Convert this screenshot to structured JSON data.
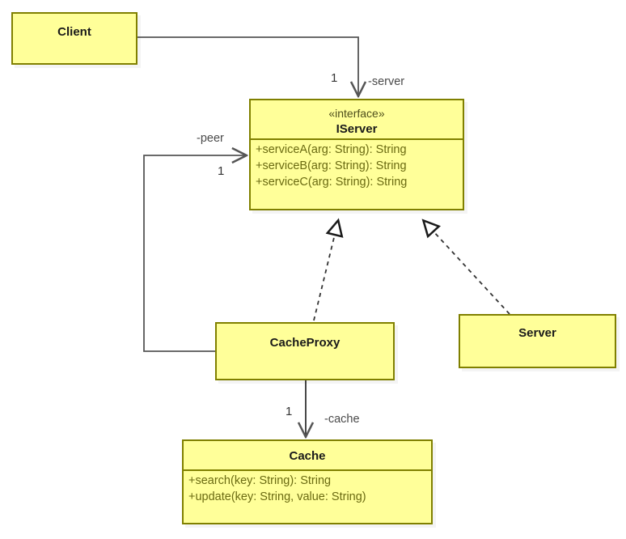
{
  "diagram": {
    "type": "uml-class-diagram",
    "background": "#ffffff",
    "node_fill": "#ffff99",
    "node_border": "#808000",
    "line_color": "#555555",
    "classes": [
      {
        "id": "client",
        "name": "Client",
        "stereotype": "",
        "members": []
      },
      {
        "id": "iserver",
        "name": "IServer",
        "stereotype": "«interface»",
        "members": [
          "+serviceA(arg: String): String",
          "+serviceB(arg: String): String",
          "+serviceC(arg: String): String"
        ]
      },
      {
        "id": "cacheproxy",
        "name": "CacheProxy",
        "stereotype": "",
        "members": []
      },
      {
        "id": "server",
        "name": "Server",
        "stereotype": "",
        "members": []
      },
      {
        "id": "cache",
        "name": "Cache",
        "stereotype": "",
        "members": [
          "+search(key: String): String",
          "+update(key: String, value: String)"
        ]
      }
    ],
    "edges": [
      {
        "id": "client-to-iserver",
        "from": "client",
        "to": "iserver",
        "kind": "association",
        "role_label": "-server",
        "multiplicity": "1"
      },
      {
        "id": "cacheproxy-to-iserver-peer",
        "from": "cacheproxy",
        "to": "iserver",
        "kind": "association",
        "role_label": "-peer",
        "multiplicity": "1"
      },
      {
        "id": "cacheproxy-realizes-iserver",
        "from": "cacheproxy",
        "to": "iserver",
        "kind": "realization",
        "role_label": "",
        "multiplicity": ""
      },
      {
        "id": "server-realizes-iserver",
        "from": "server",
        "to": "iserver",
        "kind": "realization",
        "role_label": "",
        "multiplicity": ""
      },
      {
        "id": "cacheproxy-to-cache",
        "from": "cacheproxy",
        "to": "cache",
        "kind": "association",
        "role_label": "-cache",
        "multiplicity": "1"
      }
    ]
  }
}
